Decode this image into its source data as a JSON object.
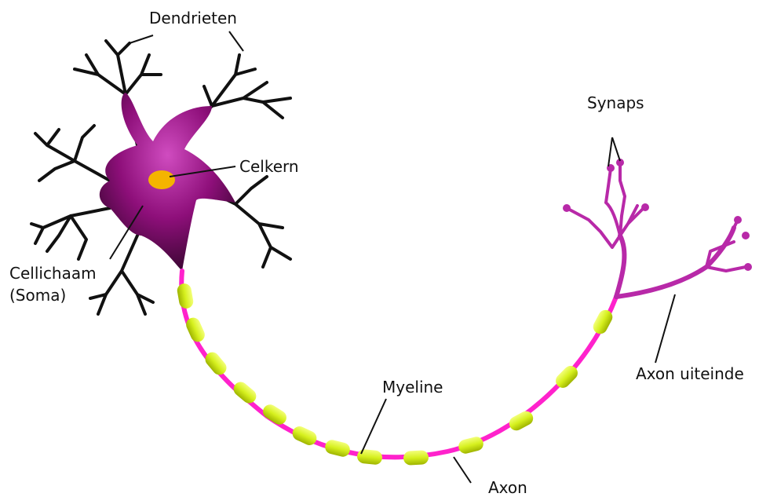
{
  "labels": {
    "dendrites": "Dendrieten",
    "nucleus": "Celkern",
    "cell_body_line1": "Cellichaam",
    "cell_body_line2": "(Soma)",
    "synapse": "Synaps",
    "axon_terminal": "Axon uiteinde",
    "myelin": "Myeline",
    "axon": "Axon"
  },
  "colors": {
    "soma": "#8e0f7a",
    "soma_light": "#c23bb0",
    "nucleus": "#f4b400",
    "dendrite": "#111111",
    "axon": "#ff22cc",
    "myelin": "#d6f01e",
    "myelin_dark": "#9fb400",
    "terminal": "#b829a8",
    "leader": "#111111"
  }
}
